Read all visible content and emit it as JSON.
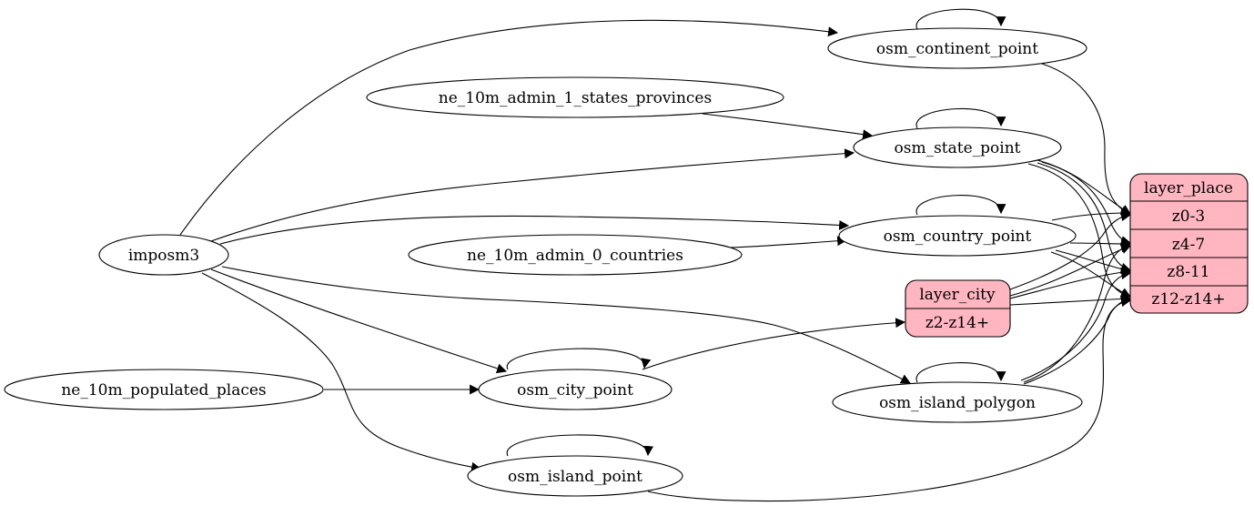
{
  "colors": {
    "record_fill": "#ffb6c1",
    "stroke": "#000000",
    "background": "#ffffff"
  },
  "nodes": {
    "imposm3": "imposm3",
    "ne_10m_admin_1_states_provinces": "ne_10m_admin_1_states_provinces",
    "ne_10m_admin_0_countries": "ne_10m_admin_0_countries",
    "ne_10m_populated_places": "ne_10m_populated_places",
    "osm_continent_point": "osm_continent_point",
    "osm_state_point": "osm_state_point",
    "osm_country_point": "osm_country_point",
    "osm_city_point": "osm_city_point",
    "osm_island_polygon": "osm_island_polygon",
    "osm_island_point": "osm_island_point"
  },
  "layer_city": {
    "title": "layer_city",
    "fields": [
      "z2-z14+"
    ]
  },
  "layer_place": {
    "title": "layer_place",
    "fields": [
      "z0-3",
      "z4-7",
      "z8-11",
      "z12-z14+"
    ]
  },
  "edges": [
    {
      "from": "imposm3",
      "to": "osm_continent_point"
    },
    {
      "from": "imposm3",
      "to": "osm_state_point"
    },
    {
      "from": "imposm3",
      "to": "osm_country_point"
    },
    {
      "from": "imposm3",
      "to": "osm_city_point"
    },
    {
      "from": "imposm3",
      "to": "osm_island_polygon"
    },
    {
      "from": "imposm3",
      "to": "osm_island_point"
    },
    {
      "from": "ne_10m_admin_1_states_provinces",
      "to": "osm_state_point"
    },
    {
      "from": "ne_10m_admin_0_countries",
      "to": "osm_country_point"
    },
    {
      "from": "ne_10m_populated_places",
      "to": "osm_city_point"
    },
    {
      "from": "osm_continent_point",
      "to": "osm_continent_point"
    },
    {
      "from": "osm_state_point",
      "to": "osm_state_point"
    },
    {
      "from": "osm_country_point",
      "to": "osm_country_point"
    },
    {
      "from": "osm_city_point",
      "to": "osm_city_point"
    },
    {
      "from": "osm_island_polygon",
      "to": "osm_island_polygon"
    },
    {
      "from": "osm_island_point",
      "to": "osm_island_point"
    },
    {
      "from": "osm_city_point",
      "to": "layer_city:z2-z14+"
    },
    {
      "from": "osm_continent_point",
      "to": "layer_place:z0-3"
    },
    {
      "from": "osm_state_point",
      "to": "layer_place:z0-3"
    },
    {
      "from": "osm_state_point",
      "to": "layer_place:z4-7"
    },
    {
      "from": "osm_state_point",
      "to": "layer_place:z8-11"
    },
    {
      "from": "osm_state_point",
      "to": "layer_place:z12-z14+"
    },
    {
      "from": "osm_country_point",
      "to": "layer_place:z0-3"
    },
    {
      "from": "osm_country_point",
      "to": "layer_place:z4-7"
    },
    {
      "from": "osm_country_point",
      "to": "layer_place:z8-11"
    },
    {
      "from": "osm_country_point",
      "to": "layer_place:z12-z14+"
    },
    {
      "from": "layer_city",
      "to": "layer_place:z0-3"
    },
    {
      "from": "layer_city",
      "to": "layer_place:z4-7"
    },
    {
      "from": "layer_city",
      "to": "layer_place:z8-11"
    },
    {
      "from": "layer_city",
      "to": "layer_place:z12-z14+"
    },
    {
      "from": "osm_island_polygon",
      "to": "layer_place:z4-7"
    },
    {
      "from": "osm_island_polygon",
      "to": "layer_place:z8-11"
    },
    {
      "from": "osm_island_polygon",
      "to": "layer_place:z12-z14+"
    },
    {
      "from": "osm_island_point",
      "to": "layer_place:z12-z14+"
    }
  ]
}
